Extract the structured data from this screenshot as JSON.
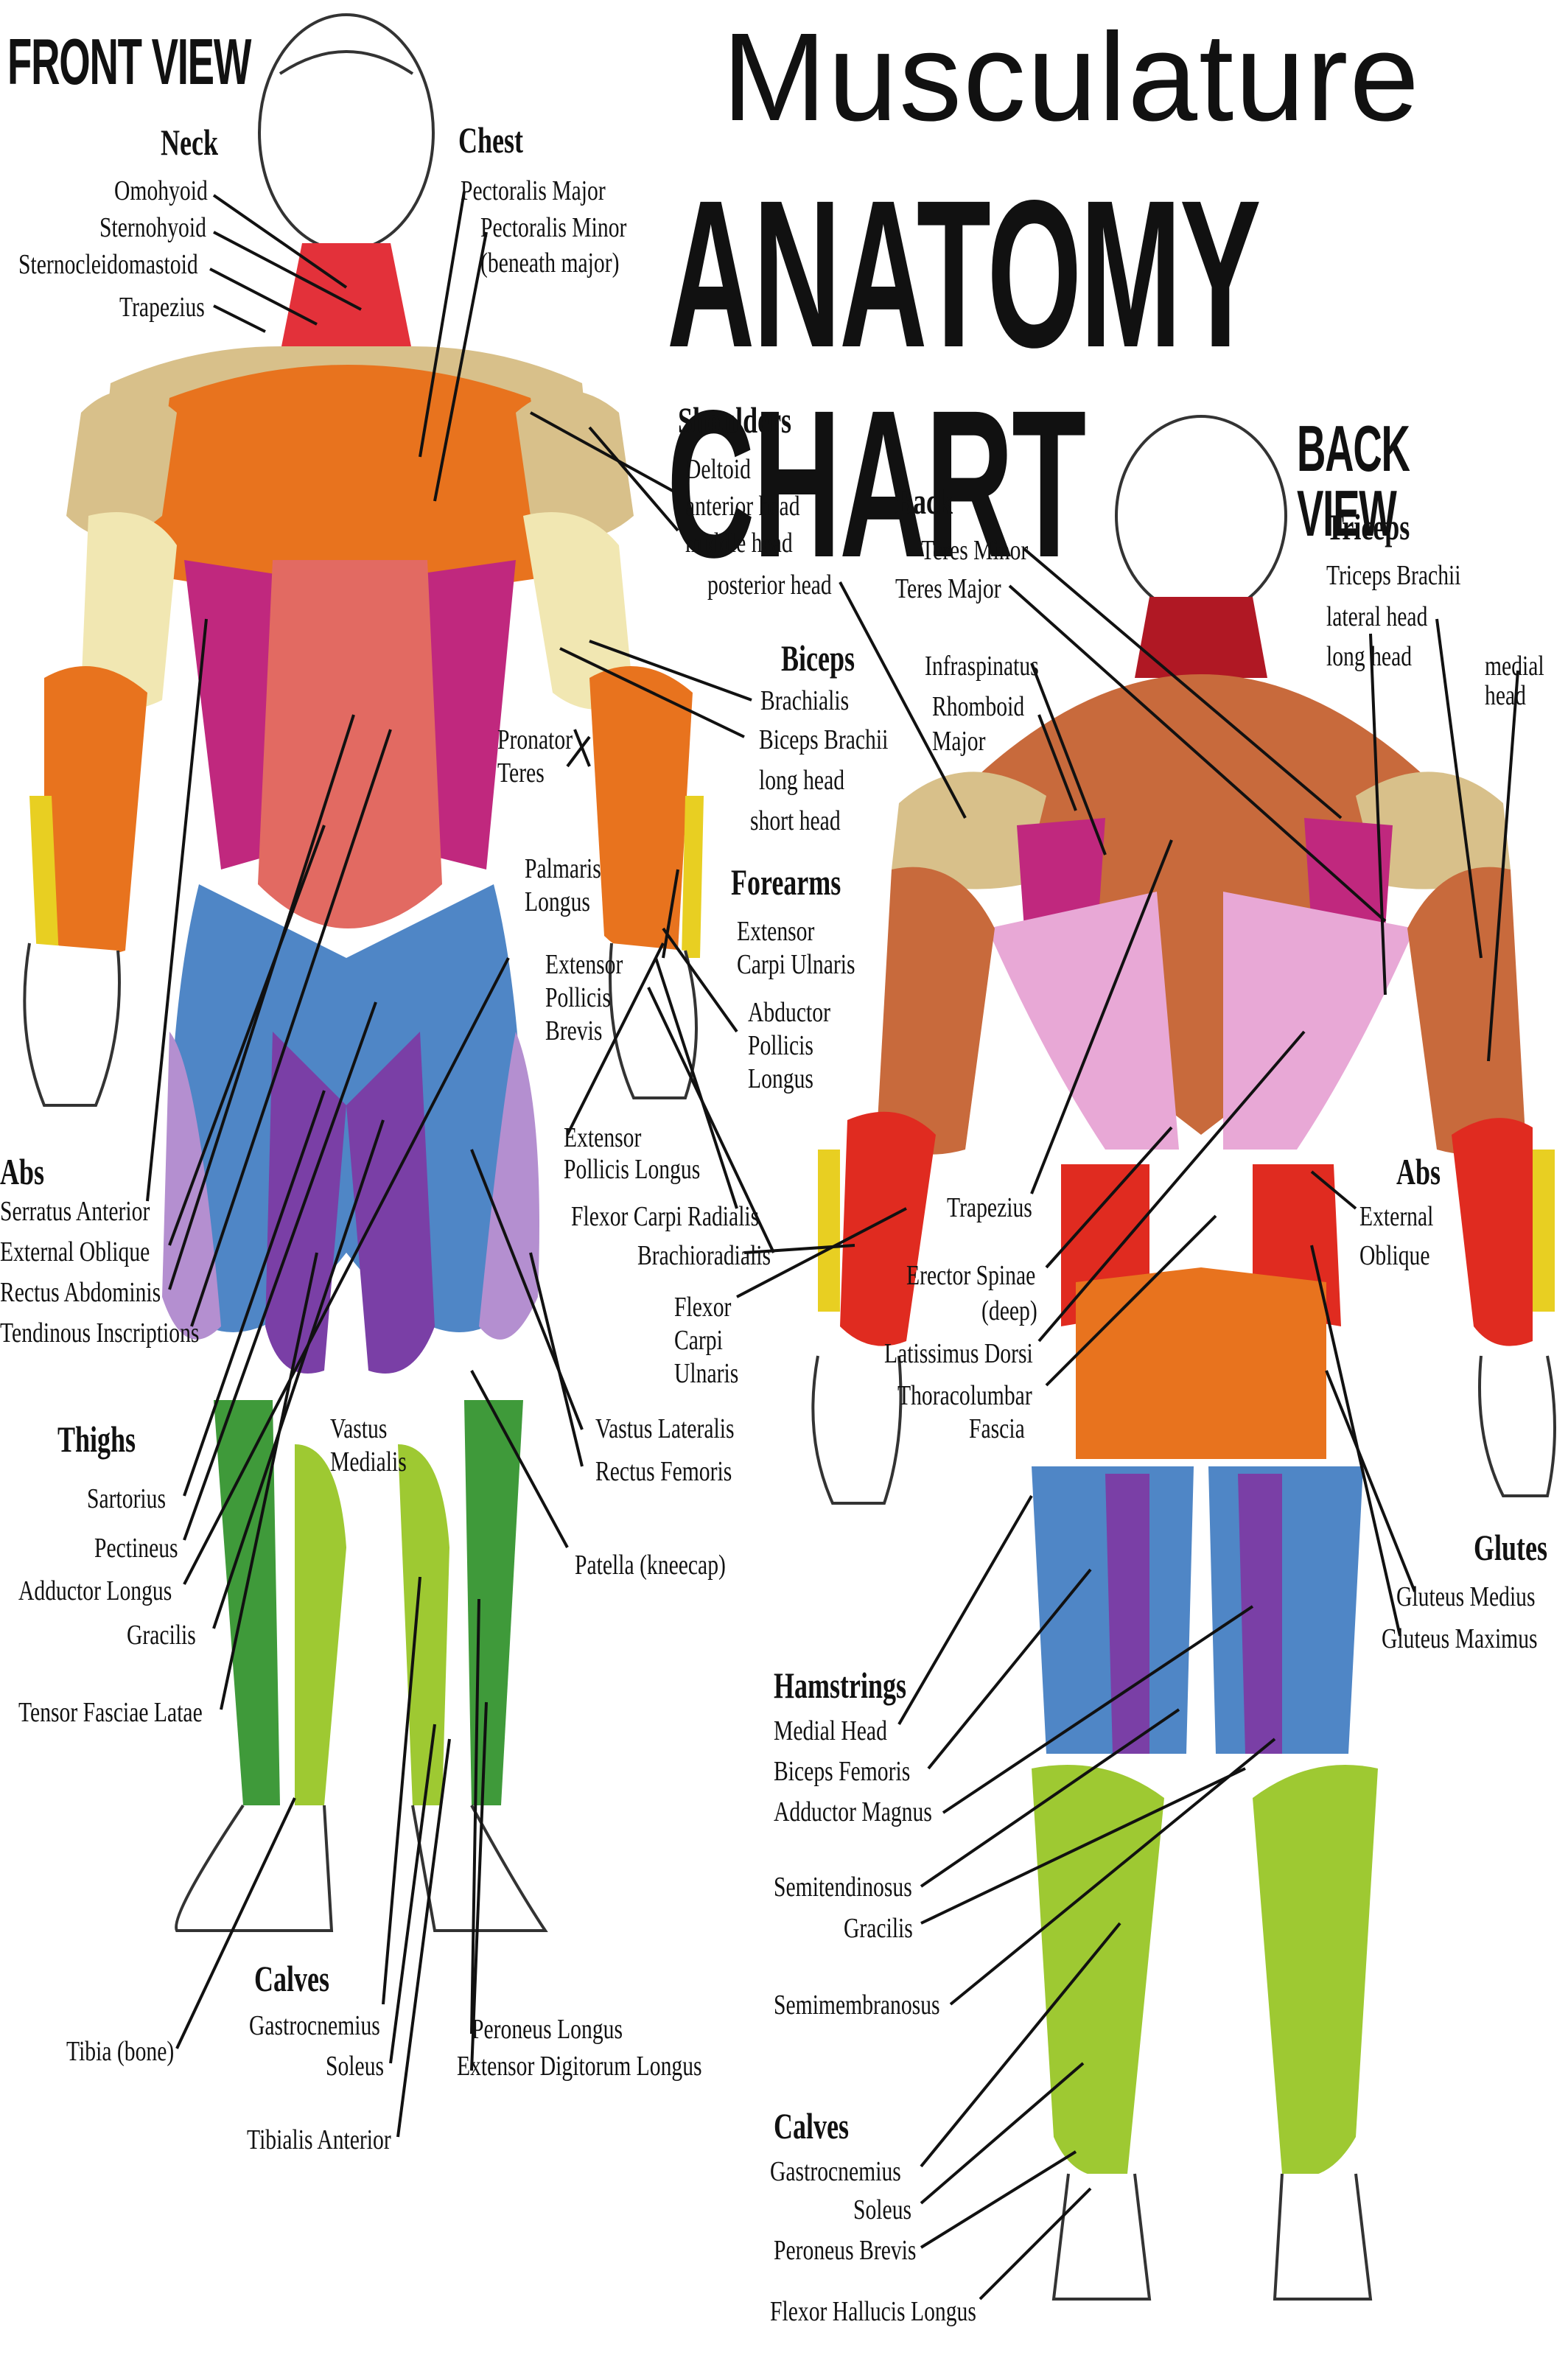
{
  "title": {
    "line1": "Musculature",
    "line2": "ANATOMY CHART"
  },
  "views": {
    "front": "FRONT VIEW",
    "back": "BACK VIEW"
  },
  "front": {
    "neck": {
      "group": "Neck",
      "items": [
        "Omohyoid",
        "Sternohyoid",
        "Sternocleidomastoid",
        "Trapezius"
      ]
    },
    "chest": {
      "group": "Chest",
      "items": [
        "Pectoralis Major",
        "Pectoralis Minor",
        "(beneath major)"
      ]
    },
    "shoulders": {
      "group": "Shoulders",
      "items": [
        "Deltoid",
        "anterior head",
        "middle head",
        "posterior head"
      ]
    },
    "biceps": {
      "group": "Biceps",
      "items": [
        "Brachialis",
        "Biceps Brachii",
        "long head",
        "short head"
      ]
    },
    "pronator": [
      "Pronator",
      "Teres"
    ],
    "palmaris": [
      "Palmaris",
      "Longus"
    ],
    "forearms": {
      "group": "Forearms",
      "items": [
        "Extensor",
        "Carpi Ulnaris"
      ]
    },
    "ext_pollicis_brevis": [
      "Extensor",
      "Pollicis",
      "Brevis"
    ],
    "abductor": [
      "Abductor",
      "Pollicis",
      "Longus"
    ],
    "ext_pollicis_longus": [
      "Extensor",
      "Pollicis Longus"
    ],
    "flexor_radialis": "Flexor Carpi Radialis",
    "brachioradialis": "Brachioradialis",
    "abs": {
      "group": "Abs",
      "items": [
        "Serratus Anterior",
        "External Oblique",
        "Rectus Abdominis",
        "Tendinous Inscriptions"
      ]
    },
    "thighs": {
      "group": "Thighs",
      "items": [
        "Sartorius",
        "Pectineus",
        "Adductor Longus",
        "Gracilis",
        "Tensor Fasciae Latae"
      ]
    },
    "vastus_medialis": [
      "Vastus",
      "Medialis"
    ],
    "vastus_lateralis": "Vastus Lateralis",
    "rectus_femoris": "Rectus Femoris",
    "patella": "Patella (kneecap)",
    "tibia": "Tibia (bone)",
    "calves": {
      "group": "Calves",
      "items": [
        "Gastrocnemius",
        "Soleus"
      ]
    },
    "peroneus_longus": "Peroneus Longus",
    "ext_digitorum": "Extensor Digitorum Longus",
    "tibialis": "Tibialis Anterior"
  },
  "back": {
    "back": {
      "group": "Back",
      "items": [
        "Teres Minor",
        "Teres Major"
      ]
    },
    "infraspinatus": "Infraspinatus",
    "rhomboid": [
      "Rhomboid",
      "Major"
    ],
    "triceps": {
      "group": "Triceps",
      "items": [
        "Triceps Brachii",
        "lateral head",
        "long head"
      ]
    },
    "medial_head": [
      "medial",
      "head"
    ],
    "trapezius": "Trapezius",
    "erector": [
      "Erector Spinae",
      "(deep)"
    ],
    "latissimus": "Latissimus Dorsi",
    "thoracolumbar": [
      "Thoracolumbar",
      "Fascia"
    ],
    "flexor_ulnaris": [
      "Flexor",
      "Carpi",
      "Ulnaris"
    ],
    "abs": {
      "group": "Abs",
      "items": [
        "External",
        "Oblique"
      ]
    },
    "glutes": {
      "group": "Glutes",
      "items": [
        "Gluteus Medius",
        "Gluteus Maximus"
      ]
    },
    "hamstrings": {
      "group": "Hamstrings",
      "items": [
        "Medial Head",
        "Biceps Femoris",
        "Adductor Magnus"
      ]
    },
    "semitendinosus": "Semitendinosus",
    "gracilis": "Gracilis",
    "semimembranosus": "Semimembranosus",
    "calves": {
      "group": "Calves",
      "items": [
        "Gastrocnemius",
        "Soleus",
        "Peroneus Brevis",
        "Flexor Hallucis Longus"
      ]
    }
  },
  "colors": {
    "orange": "#e8731e",
    "magenta": "#c0287e",
    "salmon": "#e26a62",
    "blue": "#4f86c6",
    "purple": "#7a3fa6",
    "lavender": "#b48fd0",
    "green": "#3f9a3a",
    "lime": "#9ec932",
    "tan": "#d8c08a",
    "cream": "#f1e7b2",
    "red": "#e02b20",
    "yellow": "#e8cf22",
    "darkred": "#b01824",
    "copper": "#c86a3c",
    "pink": "#e8a8d6"
  }
}
